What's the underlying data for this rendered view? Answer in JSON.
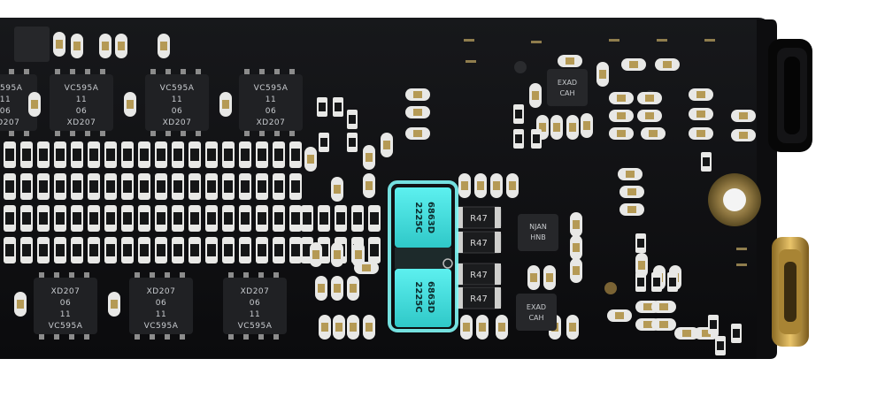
{
  "image": {
    "subject": "audio circuit board",
    "colors": {
      "background": "#ffffff",
      "board": "#101113",
      "component_white": "#e8e8e6",
      "gold": "#d9b15a",
      "highlight": "#3fe6e6"
    }
  },
  "chips": {
    "top_label": [
      "VC595A",
      "11",
      "06",
      "XD207"
    ],
    "bottom_label": [
      "XD207",
      "06",
      "11",
      "VC595A"
    ]
  },
  "highlighted_part": {
    "top_text": [
      "2225C",
      "6863D"
    ],
    "bottom_text": [
      "2225C",
      "6863D"
    ]
  },
  "resistors": {
    "label": "R47"
  },
  "small_chips": [
    [
      "EXAD",
      "CAH"
    ],
    [
      "NJAN",
      "HNB"
    ],
    [
      "EXAD",
      "CAH"
    ]
  ]
}
